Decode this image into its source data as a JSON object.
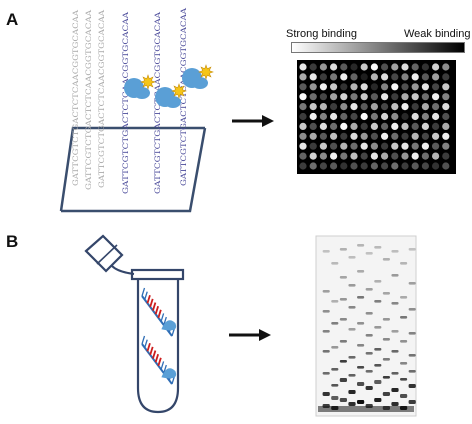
{
  "panels": {
    "a": {
      "label": "A"
    },
    "b": {
      "label": "B"
    }
  },
  "binding_scale": {
    "strong_label": "Strong binding",
    "weak_label": "Weak binding"
  },
  "dna_strand_text": "GATTCGTCTGACTCTCAACGGTGCACAA",
  "colors": {
    "platform_outline": "#3a4e6e",
    "strand_gray": "#aaaaaa",
    "strand_blue": "#4a4a9a",
    "protein_blue": "#5a9fd6",
    "ligand_yellow": "#f5c518",
    "tube_outline": "#34466a",
    "dna_backbone": "#2f6db5",
    "dna_rungs_red": "#cc1e1e",
    "arrow": "#111111"
  },
  "icons": [
    "right-arrow-icon",
    "test-tube-icon",
    "protein-icon",
    "ligand-star-icon"
  ]
}
